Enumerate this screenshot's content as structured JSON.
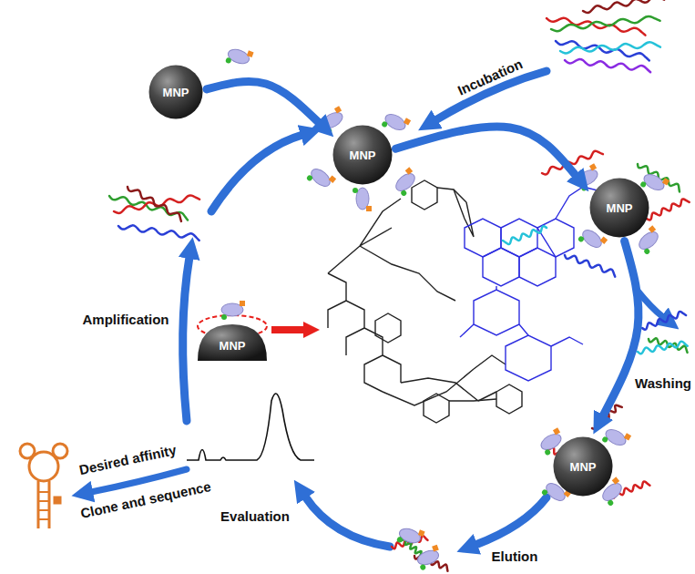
{
  "diagram": {
    "nodes": [
      {
        "text": [
          "MNP"
        ]
      },
      {
        "text": [
          "MNP"
        ]
      },
      {
        "text": [
          "MNP"
        ]
      },
      {
        "text": [
          "MNP"
        ]
      },
      {
        "text": [
          "MNP"
        ]
      }
    ],
    "edges": [
      {
        "from": 0,
        "to": 1,
        "arrow": "to"
      },
      {
        "from": 1,
        "to": 2,
        "arrow": "to"
      },
      {
        "from": 2,
        "to": 3,
        "arrow": "to"
      }
    ],
    "labels": [
      "Incubation",
      "Washing",
      "Elution",
      "Evaluation",
      "Amplification",
      "Desired affinity",
      "Clone and sequence"
    ]
  }
}
